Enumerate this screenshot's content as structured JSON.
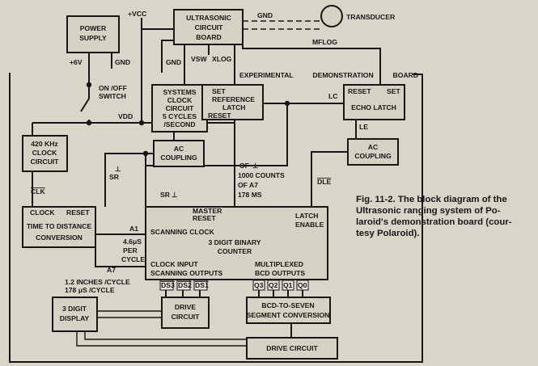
{
  "blocks": {
    "power_supply": [
      "POWER",
      "SUPPLY"
    ],
    "ultrasonic_board": [
      "ULTRASONIC",
      "CIRCUIT",
      "BOARD"
    ],
    "systems_clock": [
      "SYSTEMS",
      "CLOCK",
      "CIRCUIT",
      "5 CYCLES",
      "/SECOND"
    ],
    "set_reference_latch": [
      "SET",
      "REFERENCE",
      "LATCH",
      "RESET"
    ],
    "echo_latch": [
      "RESET",
      "SET",
      "ECHO LATCH"
    ],
    "clock_420": [
      "420 KHz",
      "CLOCK",
      "CIRCUIT"
    ],
    "ac_coupling_1": [
      "AC",
      "COUPLING"
    ],
    "ac_coupling_2": [
      "AC",
      "COUPLING"
    ],
    "time_to_distance": [
      "CLOCK",
      "RESET",
      "TIME TO DISTANCE",
      "CONVERSION"
    ],
    "counter": [
      "MASTER",
      "RESET",
      "SCANNING CLOCK",
      "3 DIGIT BINARY",
      "COUNTER",
      "LATCH",
      "ENABLE",
      "CLOCK INPUT",
      "SCANNING OUTPUTS",
      "MULTIPLEXED",
      "BCD OUTPUTS"
    ],
    "digit_display": [
      "3 DIGIT",
      "DISPLAY"
    ],
    "drive_circuit_1": [
      "DRIVE",
      "CIRCUIT"
    ],
    "bcd_to_seven": [
      "BCD-TO-SEVEN",
      "SEGMENT CONVERSION"
    ],
    "drive_circuit_2": [
      "DRIVE CIRCUIT"
    ]
  },
  "labels": {
    "vcc": "+VCC",
    "gnd_top": "GND",
    "transducer": "TRANSDUCER",
    "mflog": "MFLOG",
    "plus6v": "+6V",
    "gnd_ps": "GND",
    "onoff_1": "ON /OFF",
    "onoff_2": "SWITCH",
    "gnd_board": "GND",
    "vsw": "VSW",
    "xlog": "XLOG",
    "board_title": "EXPERIMENTAL          DEMONSTRATION          BOARD",
    "vdd": "VDD",
    "lc": "LC",
    "le": "LE",
    "clk": "CLK",
    "sr1": "SR",
    "sr2": "SR",
    "of_1": "OF",
    "of_2": "1000 COUNTS",
    "of_3": "OF A7",
    "of_4": "178 MS",
    "dle": "DLE",
    "a1": "A1",
    "per_cycle_1": "4.6μS",
    "per_cycle_2": "PER",
    "per_cycle_3": "CYCLE",
    "a7": "A7",
    "inch_1": "1.2 INCHES /CYCLE",
    "inch_2": "178 μS /CYCLE",
    "ds3": "DS3",
    "ds2": "DS2",
    "ds1": "DS1",
    "q3": "Q3",
    "q2": "Q2",
    "q1": "Q1",
    "q0": "Q0"
  },
  "caption": [
    "Fig. 11-2. The block diagram of the",
    "Ultrasonic ranging system of Po-",
    "laroid's demonstration board (cour-",
    "tesy Polaroid)."
  ]
}
